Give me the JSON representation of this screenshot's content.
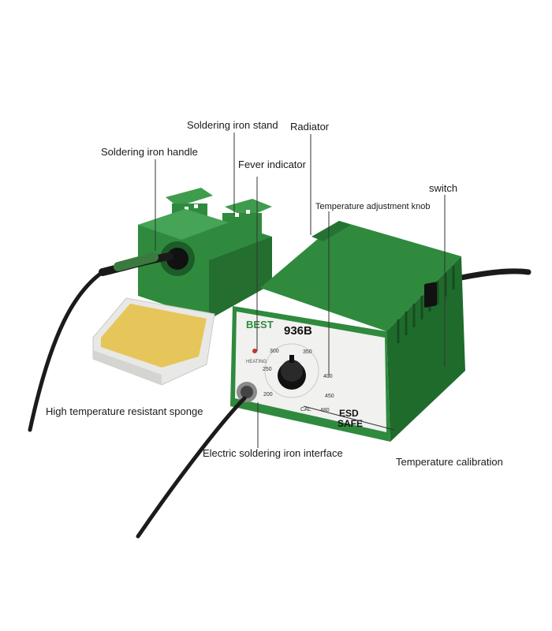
{
  "callouts": {
    "stand": "Soldering iron stand",
    "radiator": "Radiator",
    "handle": "Soldering iron handle",
    "fever": "Fever indicator",
    "switch": "switch",
    "knob": "Temperature adjustment knob",
    "sponge": "High temperature resistant sponge",
    "interface": "Electric soldering iron interface",
    "calibration": "Temperature calibration"
  },
  "panel": {
    "brand": "BEST",
    "model": "936B",
    "heating": "HEATING",
    "cal": "CAL",
    "esd": "ESD",
    "safe": "SAFE",
    "scale": [
      "200",
      "250",
      "300",
      "350",
      "400",
      "450",
      "480"
    ]
  },
  "colors": {
    "body_green": "#2f8a3e",
    "dark_green": "#1f6b2c",
    "sponge": "#e6c65a",
    "faceplate": "#f1f1ef"
  }
}
